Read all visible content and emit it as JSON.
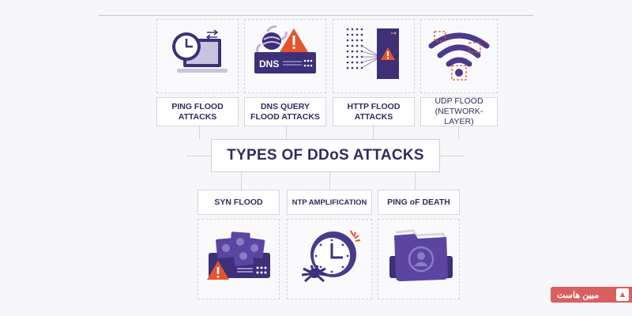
{
  "title": "TYPES OF DDoS ATTACKS",
  "top_row": [
    {
      "label": "PING FLOOD\nATTACKS",
      "icon": "clock-laptop-icon"
    },
    {
      "label": "DNS QUERY\nFLOOD ATTACKS",
      "icon": "dns-bug-warning-icon"
    },
    {
      "label": "HTTP FLOOD\nATTACKS",
      "icon": "server-flood-warning-icon"
    },
    {
      "label": "UDP FLOOD\n(NETWORK-LAYER)",
      "icon": "wifi-target-icon"
    }
  ],
  "bottom_row": [
    {
      "label": "SYN FLOOD",
      "icon": "folders-server-warning-icon"
    },
    {
      "label": "NTP AMPLIFICATION",
      "icon": "clock-bug-icon"
    },
    {
      "label": "PING oF DEATH",
      "icon": "folder-user-icon"
    }
  ],
  "icon_labels": {
    "dns": "DNS"
  },
  "watermark": {
    "text": "مبین هاست"
  },
  "colors": {
    "primary": "#4b3a8c",
    "dark": "#35295e",
    "accent": "#e5542c",
    "light": "#c9c3e0"
  }
}
